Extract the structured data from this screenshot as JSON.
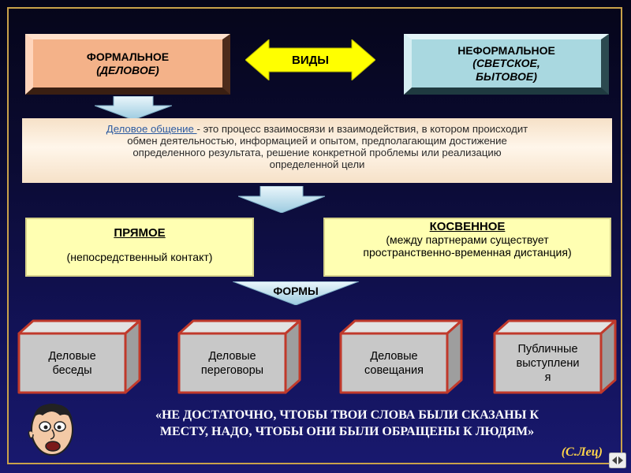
{
  "types": {
    "formal_line1": "ФОРМАЛЬНОЕ",
    "formal_line2": "(ДЕЛОВОЕ)",
    "arrow_label": "ВИДЫ",
    "informal_line1": "НЕФОРМАЛЬНОЕ",
    "informal_line2": "(СВЕТСКОЕ,",
    "informal_line3": "БЫТОВОЕ)"
  },
  "definition": {
    "term": "Деловое общение ",
    "line1": "- это процесс взаимосвязи и взаимодействия, в котором происходит",
    "line2": "обмен деятельностью, информацией и опытом, предполагающим достижение",
    "line3": "определенного результата, решение конкретной проблемы или реализацию",
    "line4": "определенной цели"
  },
  "direct": {
    "title": "ПРЯМОЕ",
    "subtitle": "(непосредственный контакт)"
  },
  "indirect": {
    "title": "КОСВЕННОЕ",
    "subtitle": "(между партнерами существует пространственно-временная дистанция)"
  },
  "forms": {
    "label": "ФОРМЫ",
    "items": [
      {
        "line1": "Деловые",
        "line2": "беседы"
      },
      {
        "line1": "Деловые",
        "line2": "переговоры"
      },
      {
        "line1": "Деловые",
        "line2": "совещания"
      },
      {
        "line1": "Публичные",
        "line2": "выступлени",
        "line3": "я"
      }
    ]
  },
  "quote": {
    "line1": "«НЕ ДОСТАТОЧНО, ЧТОБЫ ТВОИ СЛОВА БЫЛИ СКАЗАНЫ К",
    "line2": "МЕСТУ, НАДО, ЧТОБЫ ОНИ БЫЛИ ОБРАЩЕНЫ К ЛЮДЯМ»",
    "author": "(С.Лец)"
  },
  "icons": {
    "face": "face-icon",
    "nav": "nav-arrows-icon"
  },
  "colors": {
    "background": "#0b0b33",
    "formal_box": "#f4b289",
    "informal_box": "#a9d8e0",
    "yellow_box": "#ffffb2",
    "arrow_yellow": "#ffff00",
    "cube_border": "#c0392b",
    "cube_face": "#c8c8c8",
    "quote_author": "#ffd54a"
  }
}
